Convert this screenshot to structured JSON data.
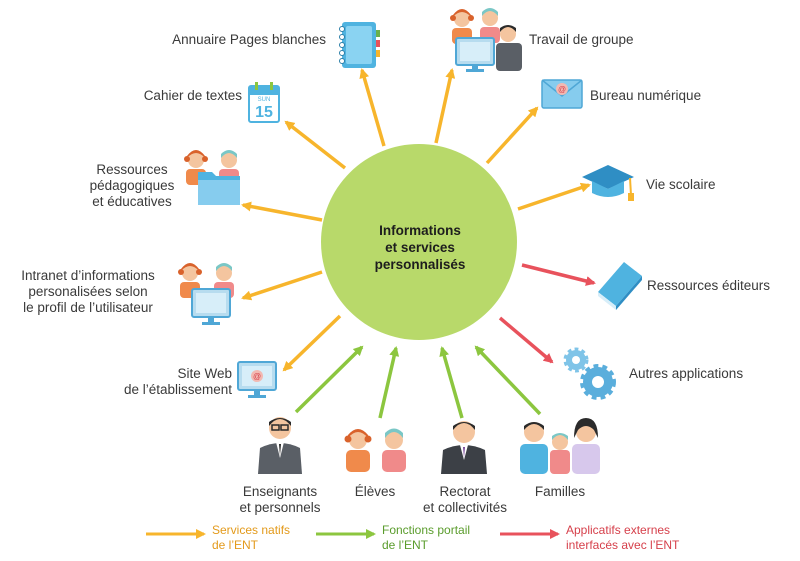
{
  "center": {
    "label": "Informations\net services\npersonnalisés"
  },
  "colors": {
    "native": "#f7b52c",
    "portal": "#8cc63f",
    "external": "#e8525c",
    "center_fill": "#b8d96a",
    "legend_native_text": "#e39a1b",
    "legend_portal_text": "#5a9c2c",
    "legend_external_text": "#d6404b"
  },
  "services_left": [
    {
      "label": "Annuaire Pages blanches",
      "icon": "notebook-icon"
    },
    {
      "label": "Cahier de textes",
      "icon": "calendar-icon"
    },
    {
      "label": "Ressources\npédagogiques\net éducatives",
      "icon": "folder-people-icon"
    },
    {
      "label": "Intranet d’informations\npersonalisées selon\nle profil de l’utilisateur",
      "icon": "people-computer-icon"
    },
    {
      "label": "Site Web\nde l’établissement",
      "icon": "monitor-icon"
    }
  ],
  "services_right": [
    {
      "label": "Travail de groupe",
      "icon": "group-computer-icon"
    },
    {
      "label": "Bureau numérique",
      "icon": "envelope-icon"
    },
    {
      "label": "Vie scolaire",
      "icon": "graduation-cap-icon"
    }
  ],
  "external": [
    {
      "label": "Ressources éditeurs",
      "icon": "book-icon"
    },
    {
      "label": "Autres applications",
      "icon": "gears-icon"
    }
  ],
  "users": [
    {
      "label": "Enseignants\net personnels",
      "icon": "teacher-icon"
    },
    {
      "label": "Élèves",
      "icon": "students-icon"
    },
    {
      "label": "Rectorat\net collectivités",
      "icon": "official-icon"
    },
    {
      "label": "Familles",
      "icon": "family-icon"
    }
  ],
  "legend": [
    {
      "label": "Services natifs\nde l’ENT"
    },
    {
      "label": "Fonctions portail\nde l’ENT"
    },
    {
      "label": "Applicatifs externes\ninterfacés avec l’ENT"
    }
  ]
}
